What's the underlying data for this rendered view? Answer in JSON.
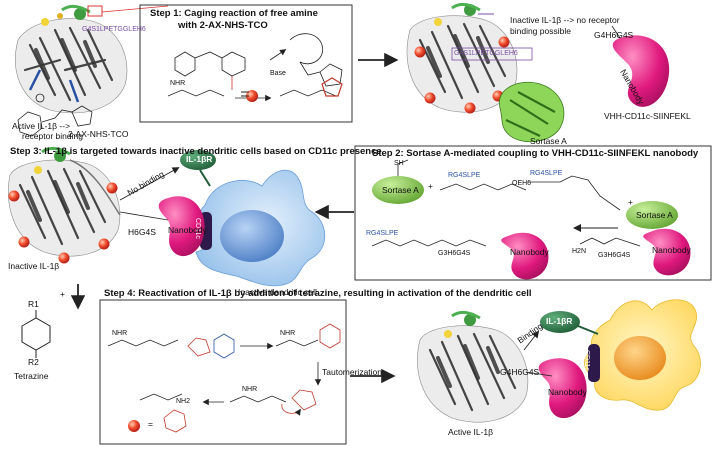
{
  "step1": {
    "title": "Step 1: Caging reaction of free amine",
    "subtitle": "with 2-AX-NHS-TCO",
    "reagent_label": "2-AX-NHS-TCO",
    "active_label": "Active IL-1β -->",
    "active_label2": "receptor binding",
    "base_label": "Base",
    "nhr_label": "NHR",
    "tag_label": "G4S1LPETGGLEH6"
  },
  "step1_result": {
    "inactive_label": "Inactive IL-1β --> no receptor",
    "inactive_label2": "binding possible",
    "tag_label": "G4S1LPETGGLEH6",
    "linker_label": "G4H6G4S",
    "nanobody_label": "Nanobody",
    "vhh_label": "VHH-CD11c-SIINFEKL",
    "sortase_label": "Sortase A"
  },
  "step2": {
    "title": "Step 2: Sortase A-mediated coupling to VHH-CD11c-SIINFEKL nanobody",
    "sortase_a": "Sortase A",
    "sortase_a2": "Sortase A",
    "nanobody": "Nanobody",
    "nanobody2": "Nanobody",
    "plus1": "+",
    "plus2": "+",
    "seq1": "RG4SLPE",
    "seq2": "RG4SLPE",
    "seq3": "RG4SLPE",
    "oeh": "OEH6",
    "g3h6g4s": "G3H6G4S",
    "g3h6g4s2": "G3H6G4S",
    "h2n": "H2N",
    "sh": "SH"
  },
  "step3": {
    "title": "Step 3: IL-1β is targeted towards inactive dendritic cells based on CD11c presence",
    "no_binding": "No binding",
    "receptor": "IL-1βR",
    "linker": "H6G4S",
    "cd11c": "CD11c",
    "nanobody": "Nanobody",
    "inactive_il": "Inactive IL-1β",
    "cell_label": "Inactive dendritic cell"
  },
  "tetrazine": {
    "r1": "R1",
    "r2": "R2",
    "label": "Tetrazine",
    "plus": "+"
  },
  "step4": {
    "title": "Step 4: Reactivation of  IL-1β by addition of tetrazine, resulting in activation of the dendritic cell",
    "tautomerization": "Tautomerization",
    "nhr1": "NHR",
    "nhr2": "NHR",
    "nhr3": "NHR",
    "nh2": "NH2",
    "equals": "="
  },
  "active": {
    "binding": "Binding",
    "receptor": "IL-1βR",
    "linker": "G4H6G4S",
    "cd11c": "CD11c",
    "nanobody": "Nanobody",
    "label": "Active IL-1β"
  },
  "colors": {
    "nanobody": "#e0197e",
    "sortase": "#7cc142",
    "receptor": "#2e7d4f",
    "cell_blue": "#9ec7f0",
    "nucleus_blue": "#5b8fd6",
    "cell_yellow": "#ffe27a",
    "nucleus_orange": "#f6a623",
    "red_sphere": "#f04a2a",
    "tco": "#c0392b",
    "tag": "#7b4ea3",
    "protein_grey": "#555"
  }
}
